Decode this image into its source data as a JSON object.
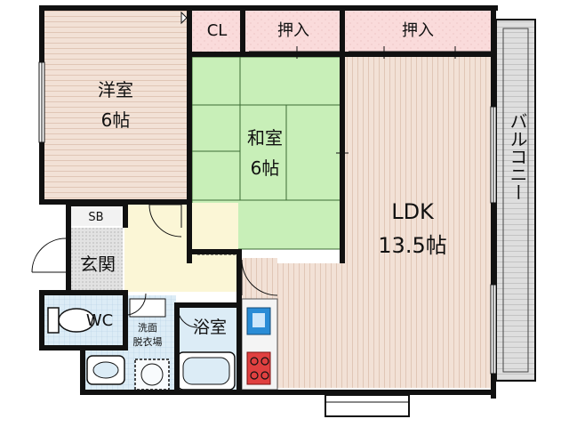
{
  "rooms": {
    "western": {
      "name": "洋室",
      "size": "6帖"
    },
    "japanese": {
      "name": "和室",
      "size": "6帖"
    },
    "ldk": {
      "name": "LDK",
      "size": "13.5帖"
    },
    "closet": "CL",
    "oshiire_left": "押入",
    "oshiire_right": "押入",
    "shoe_box": "SB",
    "entrance": "玄関",
    "toilet": "WC",
    "washroom_line1": "洗面",
    "washroom_line2": "脱衣場",
    "bath": "浴室",
    "balcony": "バルコニー"
  },
  "colors": {
    "wood_floor": "#f2e1d6",
    "tatami": "#c8efb8",
    "oshiire": "#fadbdb",
    "entrance_floor": "#e0e0e0",
    "corridor": "#fbf6d6",
    "wet_area": "#dcecf6",
    "balcony": "#dcdcdc",
    "wall": "#111111",
    "kitchen_sink": "#2a8cd6",
    "stove": "#e04040"
  }
}
